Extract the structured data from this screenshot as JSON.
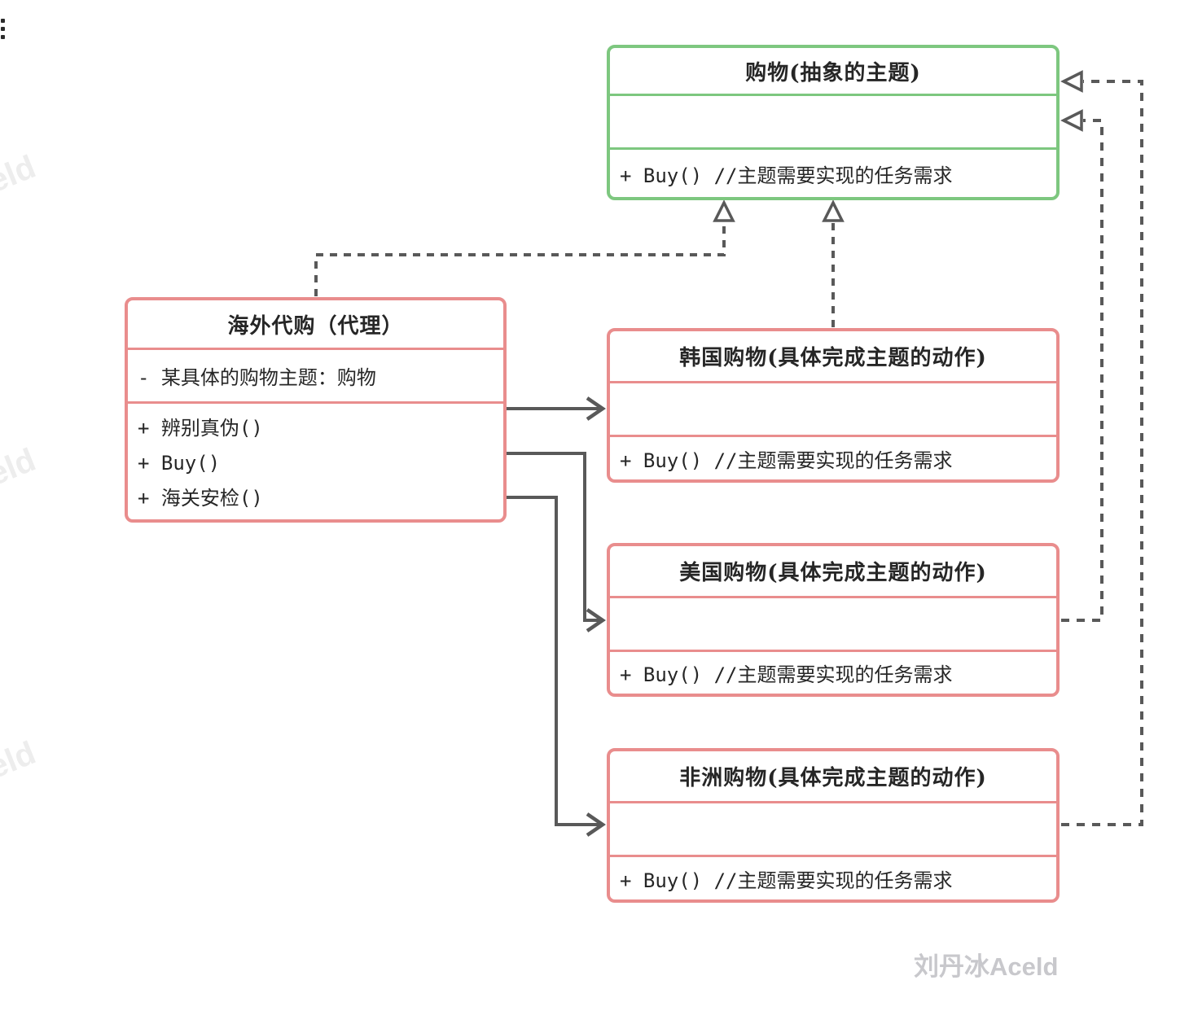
{
  "icons": {
    "page_menu": "kebab-vertical-icon"
  },
  "colors": {
    "abstract_border": "#7dc77f",
    "concrete_border": "#e98d8d",
    "connector": "#595959",
    "text": "#262626",
    "watermark_author": "#c8c8cc",
    "watermark_edge": "#ededed"
  },
  "diagram": {
    "abstract_subject": {
      "title": "购物(抽象的主题)",
      "method": "+ Buy() //主题需要实现的任务需求"
    },
    "proxy": {
      "title": "海外代购（代理）",
      "attribute": "- 某具体的购物主题：购物",
      "methods": [
        "+ 辨别真伪()",
        "+ Buy()",
        "+ 海关安检()"
      ]
    },
    "korea": {
      "title": "韩国购物(具体完成主题的动作)",
      "method": "+ Buy() //主题需要实现的任务需求"
    },
    "usa": {
      "title": "美国购物(具体完成主题的动作)",
      "method": "+ Buy() //主题需要实现的任务需求"
    },
    "africa": {
      "title": "非洲购物(具体完成主题的动作)",
      "method": "+ Buy() //主题需要实现的任务需求"
    },
    "relations": [
      {
        "from": "proxy",
        "to": "abstract_subject",
        "type": "realization-dashed-hollow-triangle"
      },
      {
        "from": "korea",
        "to": "abstract_subject",
        "type": "realization-dashed-hollow-triangle"
      },
      {
        "from": "usa",
        "to": "abstract_subject",
        "type": "realization-dashed-hollow-triangle"
      },
      {
        "from": "africa",
        "to": "abstract_subject",
        "type": "realization-dashed-hollow-triangle"
      },
      {
        "from": "proxy",
        "to": "korea",
        "type": "association-solid-open-arrow"
      },
      {
        "from": "proxy",
        "to": "usa",
        "type": "association-solid-open-arrow"
      },
      {
        "from": "proxy",
        "to": "africa",
        "type": "association-solid-open-arrow"
      }
    ]
  },
  "watermarks": {
    "author": "刘丹冰Aceld",
    "edge_fragment": "eld"
  }
}
